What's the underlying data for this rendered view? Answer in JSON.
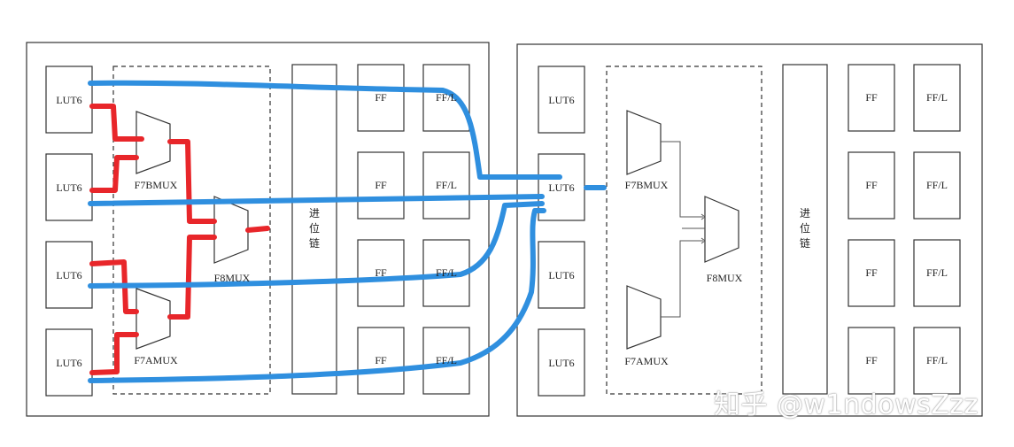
{
  "slice_left": {
    "luts": [
      "LUT6",
      "LUT6",
      "LUT6",
      "LUT6"
    ],
    "mux_top": "F7BMUX",
    "mux_bottom": "F7AMUX",
    "mux_f8": "F8MUX",
    "carry_chain": [
      "进",
      "位",
      "链"
    ],
    "ff_rows": [
      [
        "FF",
        "FF/L"
      ],
      [
        "FF",
        "FF/L"
      ],
      [
        "FF",
        "FF/L"
      ],
      [
        "FF",
        "FF/L"
      ]
    ]
  },
  "slice_right": {
    "luts": [
      "LUT6",
      "LUT6",
      "LUT6",
      "LUT6"
    ],
    "mux_top": "F7BMUX",
    "mux_bottom": "F7AMUX",
    "mux_f8": "F8MUX",
    "carry_chain": [
      "进",
      "位",
      "链"
    ],
    "ff_rows": [
      [
        "FF",
        "FF/L"
      ],
      [
        "FF",
        "FF/L"
      ],
      [
        "FF",
        "FF/L"
      ],
      [
        "FF",
        "FF/L"
      ]
    ]
  },
  "watermark": "知乎 @w1ndowsZzz",
  "colors": {
    "line": "#333333",
    "red_route": "#e8262a",
    "blue_route": "#2f8fdf"
  }
}
